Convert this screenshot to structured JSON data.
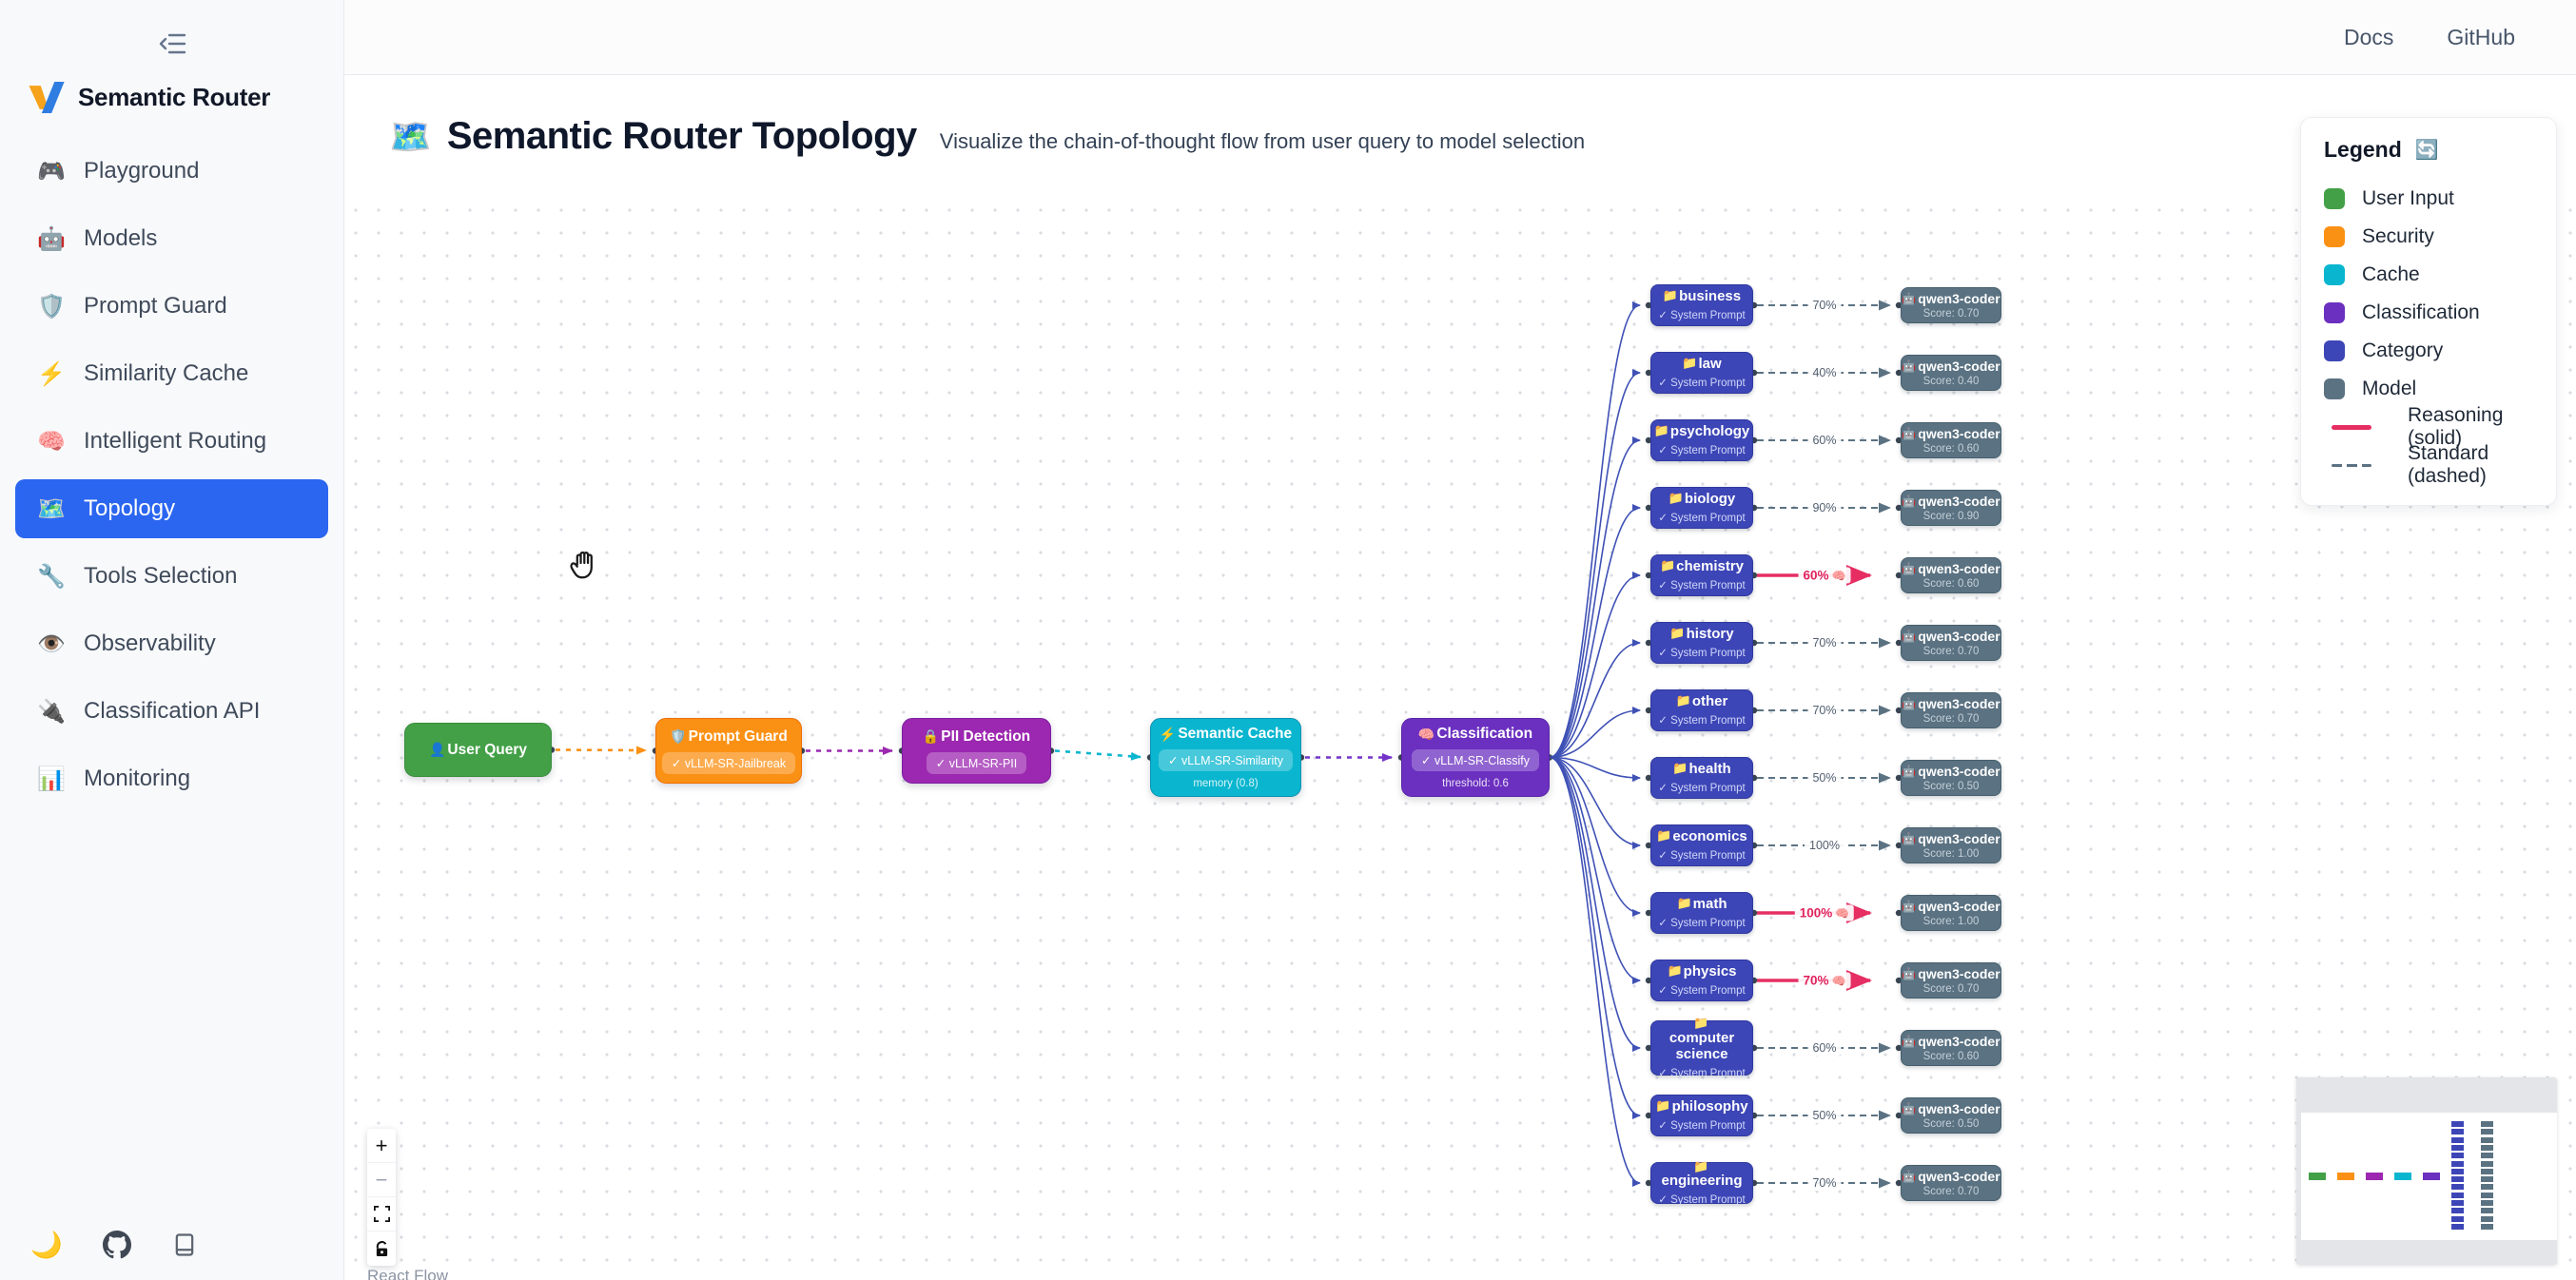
{
  "sidebar": {
    "brand": "Semantic Router",
    "items": [
      {
        "icon": "🎮",
        "label": "Playground",
        "active": false
      },
      {
        "icon": "🤖",
        "label": "Models",
        "active": false
      },
      {
        "icon": "🛡️",
        "label": "Prompt Guard",
        "active": false
      },
      {
        "icon": "⚡",
        "label": "Similarity Cache",
        "active": false
      },
      {
        "icon": "🧠",
        "label": "Intelligent Routing",
        "active": false
      },
      {
        "icon": "🗺️",
        "label": "Topology",
        "active": true
      },
      {
        "icon": "🔧",
        "label": "Tools Selection",
        "active": false
      },
      {
        "icon": "👁️",
        "label": "Observability",
        "active": false
      },
      {
        "icon": "🔌",
        "label": "Classification API",
        "active": false
      },
      {
        "icon": "📊",
        "label": "Monitoring",
        "active": false
      }
    ],
    "footer": {
      "theme_icon": "🌙"
    }
  },
  "topbar": {
    "docs": "Docs",
    "github": "GitHub"
  },
  "header": {
    "emoji": "🗺️",
    "title": "Semantic Router Topology",
    "subtitle": "Visualize the chain-of-thought flow from user query to model selection"
  },
  "legend": {
    "title": "Legend",
    "refresh_icon": "🔄",
    "items": [
      {
        "label": "User Input",
        "color": "#43a047"
      },
      {
        "label": "Security",
        "color": "#fb9114"
      },
      {
        "label": "Cache",
        "color": "#0ab6cf"
      },
      {
        "label": "Classification",
        "color": "#6b30c0"
      },
      {
        "label": "Category",
        "color": "#3d46b6"
      },
      {
        "label": "Model",
        "color": "#5b7282"
      }
    ],
    "lines": [
      {
        "label": "Reasoning (solid)",
        "color": "#e62e63",
        "dashed": false
      },
      {
        "label": "Standard (dashed)",
        "color": "#5b7282",
        "dashed": true
      }
    ]
  },
  "pipeline": {
    "user_query": {
      "icon": "👤",
      "title": "User Query"
    },
    "prompt_guard": {
      "icon": "🛡️",
      "title": "Prompt Guard",
      "badge": "✓ vLLM-SR-Jailbreak"
    },
    "pii_detection": {
      "icon": "🔒",
      "title": "PII Detection",
      "badge": "✓ vLLM-SR-PII"
    },
    "semantic_cache": {
      "icon": "⚡",
      "title": "Semantic Cache",
      "badge": "✓ vLLM-SR-Similarity",
      "sub": "memory (0.8)"
    },
    "classification": {
      "icon": "🧠",
      "title": "Classification",
      "badge": "✓ vLLM-SR-Classify",
      "sub": "threshold: 0.6"
    }
  },
  "routing": {
    "category_icon": "📁",
    "system_prompt": "✓ System Prompt",
    "model_icon": "🤖",
    "model_name": "qwen3-coder",
    "reasoning_emoji": "🧠",
    "rows": [
      {
        "category": "business",
        "percent": "70%",
        "score": "Score: 0.70",
        "reasoning": false
      },
      {
        "category": "law",
        "percent": "40%",
        "score": "Score: 0.40",
        "reasoning": false
      },
      {
        "category": "psychology",
        "percent": "60%",
        "score": "Score: 0.60",
        "reasoning": false
      },
      {
        "category": "biology",
        "percent": "90%",
        "score": "Score: 0.90",
        "reasoning": false
      },
      {
        "category": "chemistry",
        "percent": "60%",
        "score": "Score: 0.60",
        "reasoning": true
      },
      {
        "category": "history",
        "percent": "70%",
        "score": "Score: 0.70",
        "reasoning": false
      },
      {
        "category": "other",
        "percent": "70%",
        "score": "Score: 0.70",
        "reasoning": false
      },
      {
        "category": "health",
        "percent": "50%",
        "score": "Score: 0.50",
        "reasoning": false
      },
      {
        "category": "economics",
        "percent": "100%",
        "score": "Score: 1.00",
        "reasoning": false
      },
      {
        "category": "math",
        "percent": "100%",
        "score": "Score: 1.00",
        "reasoning": true
      },
      {
        "category": "physics",
        "percent": "70%",
        "score": "Score: 0.70",
        "reasoning": true
      },
      {
        "category": "computer science",
        "percent": "60%",
        "score": "Score: 0.60",
        "reasoning": false
      },
      {
        "category": "philosophy",
        "percent": "50%",
        "score": "Score: 0.50",
        "reasoning": false
      },
      {
        "category": "engineering",
        "percent": "70%",
        "score": "Score: 0.70",
        "reasoning": false
      }
    ]
  },
  "controls": {
    "zoom_in": "+",
    "zoom_out": "−",
    "attribution": "React Flow"
  },
  "colors": {
    "accent": "#2b66f0",
    "user_input": "#43a047",
    "security": "#fb9114",
    "pii": "#9c27b0",
    "cache": "#0ab6cf",
    "classification": "#6b30c0",
    "category": "#3d46b6",
    "model": "#5b7282",
    "reasoning": "#e62e63",
    "standard": "#5b7282",
    "fanout": "#3f51b5",
    "pipeline_edge_violet": "#7334c9"
  }
}
